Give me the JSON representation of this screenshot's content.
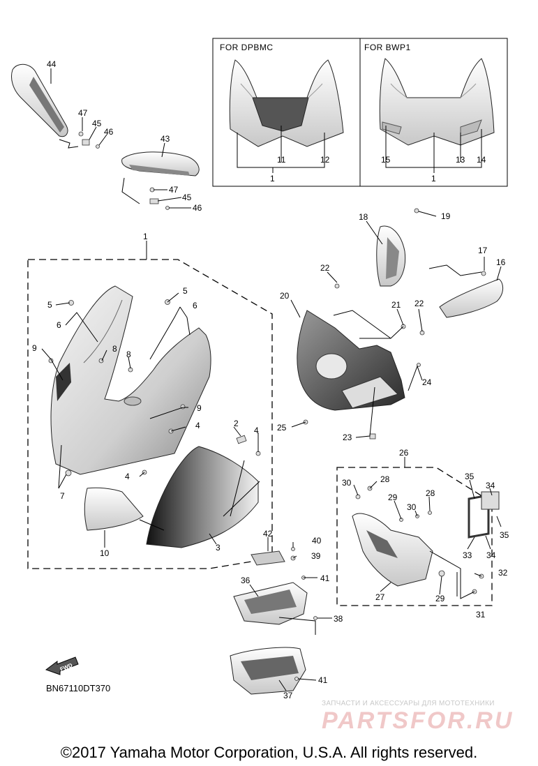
{
  "variant_boxes": {
    "left_title": "FOR  DPBMC",
    "right_title": "FOR  BWP1"
  },
  "callouts": {
    "c1": "1",
    "c2": "2",
    "c3": "3",
    "c4": "4",
    "c5": "5",
    "c6": "6",
    "c7": "7",
    "c8": "8",
    "c9": "9",
    "c10": "10",
    "c11": "11",
    "c12": "12",
    "c13": "13",
    "c14": "14",
    "c15": "15",
    "c16": "16",
    "c17": "17",
    "c18": "18",
    "c19": "19",
    "c20": "20",
    "c21": "21",
    "c22": "22",
    "c23": "23",
    "c24": "24",
    "c25": "25",
    "c26": "26",
    "c27": "27",
    "c28": "28",
    "c29": "29",
    "c30": "30",
    "c31": "31",
    "c32": "32",
    "c33": "33",
    "c34": "34",
    "c35": "35",
    "c36": "36",
    "c37": "37",
    "c38": "38",
    "c39": "39",
    "c40": "40",
    "c41": "41",
    "c42": "42",
    "c43": "43",
    "c44": "44",
    "c45": "45",
    "c46": "46",
    "c47": "47"
  },
  "fwd_label": "FWD",
  "diagram_code": "BN67110DT370",
  "watermark": {
    "subtitle": "ЗАПЧАСТИ И АКСЕССУАРЫ ДЛЯ МОТОТЕХНИКИ",
    "brand": "PARTSFOR.RU"
  },
  "copyright": "©2017 Yamaha Motor Corporation, U.S.A. All rights reserved.",
  "colors": {
    "ink": "#000000",
    "shade": "#555555",
    "watermark_red": "#f0c8c8",
    "watermark_grey": "#c9c9c9"
  }
}
